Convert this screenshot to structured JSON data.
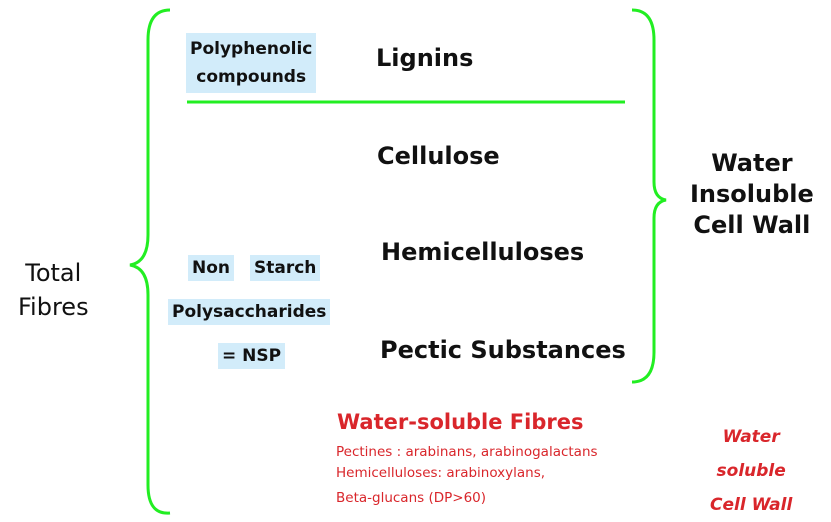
{
  "left_label": {
    "line1": "Total",
    "line2": "Fibres"
  },
  "polyphenolic": {
    "line1": "Polyphenolic",
    "line2": "compounds"
  },
  "categories": {
    "lignins": "Lignins",
    "cellulose": "Cellulose",
    "hemicelluloses": "Hemicelluloses",
    "pectic": "Pectic Substances"
  },
  "nsp": {
    "word1": "Non",
    "word2": "Starch",
    "line2": "Polysaccharides",
    "line3": "= NSP"
  },
  "insoluble": {
    "line1": "Water",
    "line2": "Insoluble",
    "line3": "Cell  Wall"
  },
  "water_soluble": {
    "title": "Water-soluble Fibres",
    "line1": "Pectines : arabinans, arabinogalactans",
    "line2": "Hemicelluloses:  arabinoxylans,",
    "line3": "Beta-glucans (DP>60)"
  },
  "soluble_wall": {
    "line1": "Water",
    "line2": "soluble",
    "line3": "Cell  Wall"
  },
  "colors": {
    "brace": "#22ee22",
    "accent": "#d9262b",
    "highlight": "#d2ecfa"
  }
}
